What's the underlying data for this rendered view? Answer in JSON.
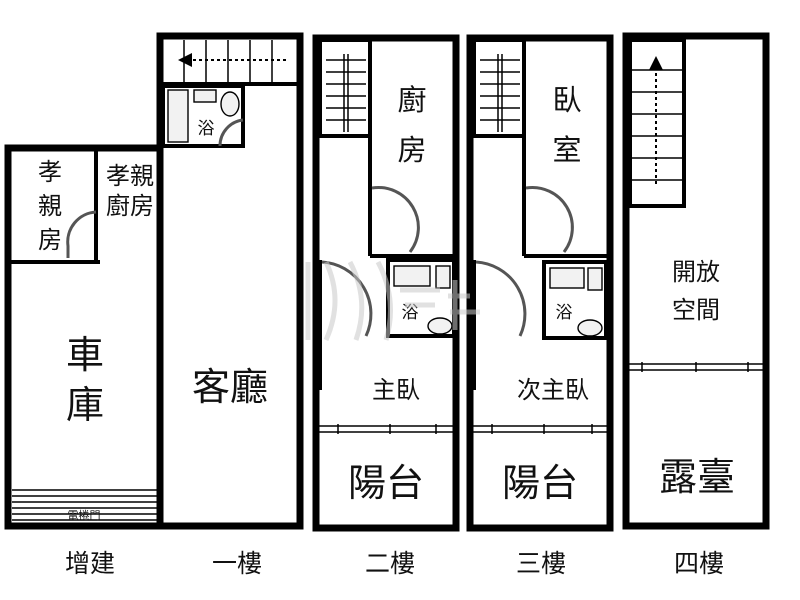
{
  "labels": {
    "addition": {
      "filial_room": [
        "孝",
        "親",
        "房"
      ],
      "filial_kitchen": [
        "孝親",
        "廚房"
      ],
      "garage": [
        "車",
        "庫"
      ],
      "rolling_door": "電捲門"
    },
    "floor1": {
      "bath": "浴",
      "living": "客廳"
    },
    "floor2": {
      "kitchen": [
        "廚",
        "房"
      ],
      "bath": "浴",
      "master": "主臥",
      "balcony": "陽台"
    },
    "floor3": {
      "bedroom": [
        "臥",
        "室"
      ],
      "bath": "浴",
      "second_master": "次主臥",
      "balcony": "陽台"
    },
    "floor4": {
      "open_space": [
        "開放",
        "空間"
      ],
      "terrace": "露臺"
    }
  },
  "floors": [
    "增建",
    "一樓",
    "二樓",
    "三樓",
    "四樓"
  ]
}
